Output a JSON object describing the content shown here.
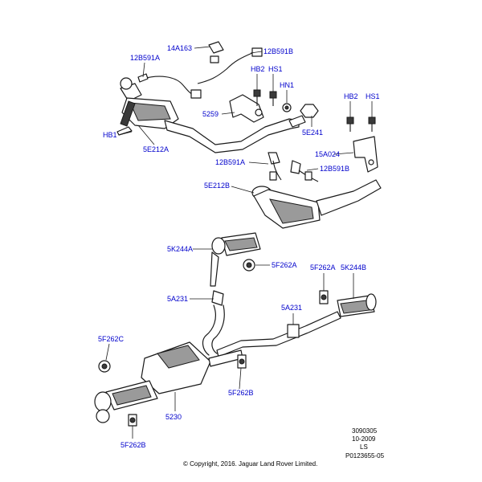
{
  "callouts": {
    "c_14A163": "14A163",
    "c_12B591B_top": "12B591B",
    "c_12B591A_top": "12B591A",
    "c_HB2_a": "HB2",
    "c_HS1_a": "HS1",
    "c_HN1": "HN1",
    "c_HB2_b": "HB2",
    "c_HS1_b": "HS1",
    "c_5259": "5259",
    "c_5E241": "5E241",
    "c_HB1": "HB1",
    "c_5E212A": "5E212A",
    "c_15A024": "15A024",
    "c_12B591A_mid": "12B591A",
    "c_12B591B_mid": "12B591B",
    "c_5E212B": "5E212B",
    "c_5K244A": "5K244A",
    "c_5F262A": "5F262A",
    "c_5F262A_b": "5F262A",
    "c_5K244B": "5K244B",
    "c_5A231_a": "5A231",
    "c_5A231_b": "5A231",
    "c_5F262C": "5F262C",
    "c_5F262B_a": "5F262B",
    "c_5230": "5230",
    "c_5F262B_b": "5F262B"
  },
  "footer": {
    "code": "3090305",
    "date": "10-2009",
    "initials": "LS",
    "ref": "P0123655-05",
    "copyright": "© Copyright, 2016. Jaguar Land Rover Limited."
  },
  "colors": {
    "callout": "#0000cc",
    "line": "#1a1a1a",
    "shade": "#9a9a9a"
  }
}
